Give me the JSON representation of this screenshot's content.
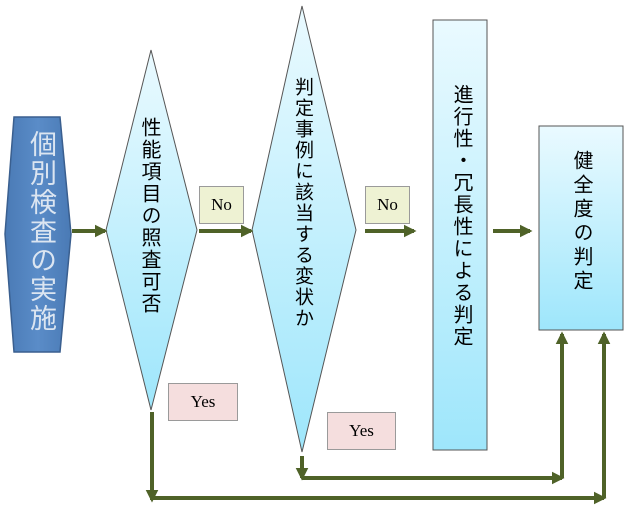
{
  "nodes": {
    "start": "個別検査の実施",
    "performance_check": "性能項目の照査可否",
    "case_match": "判定事例に該当する変状か",
    "progress_check": "進行性・冗長性による判定",
    "result": "健全度の判定"
  },
  "labels": {
    "no_1": "No",
    "no_2": "No",
    "yes_1": "Yes",
    "yes_2": "Yes"
  },
  "colors": {
    "arrow": "#4f6228",
    "start_fill": "#4f81bd",
    "start_text": "#dbe5f1",
    "light_fill_top": "#eafaff",
    "light_fill_bottom": "#9ee6fb"
  }
}
